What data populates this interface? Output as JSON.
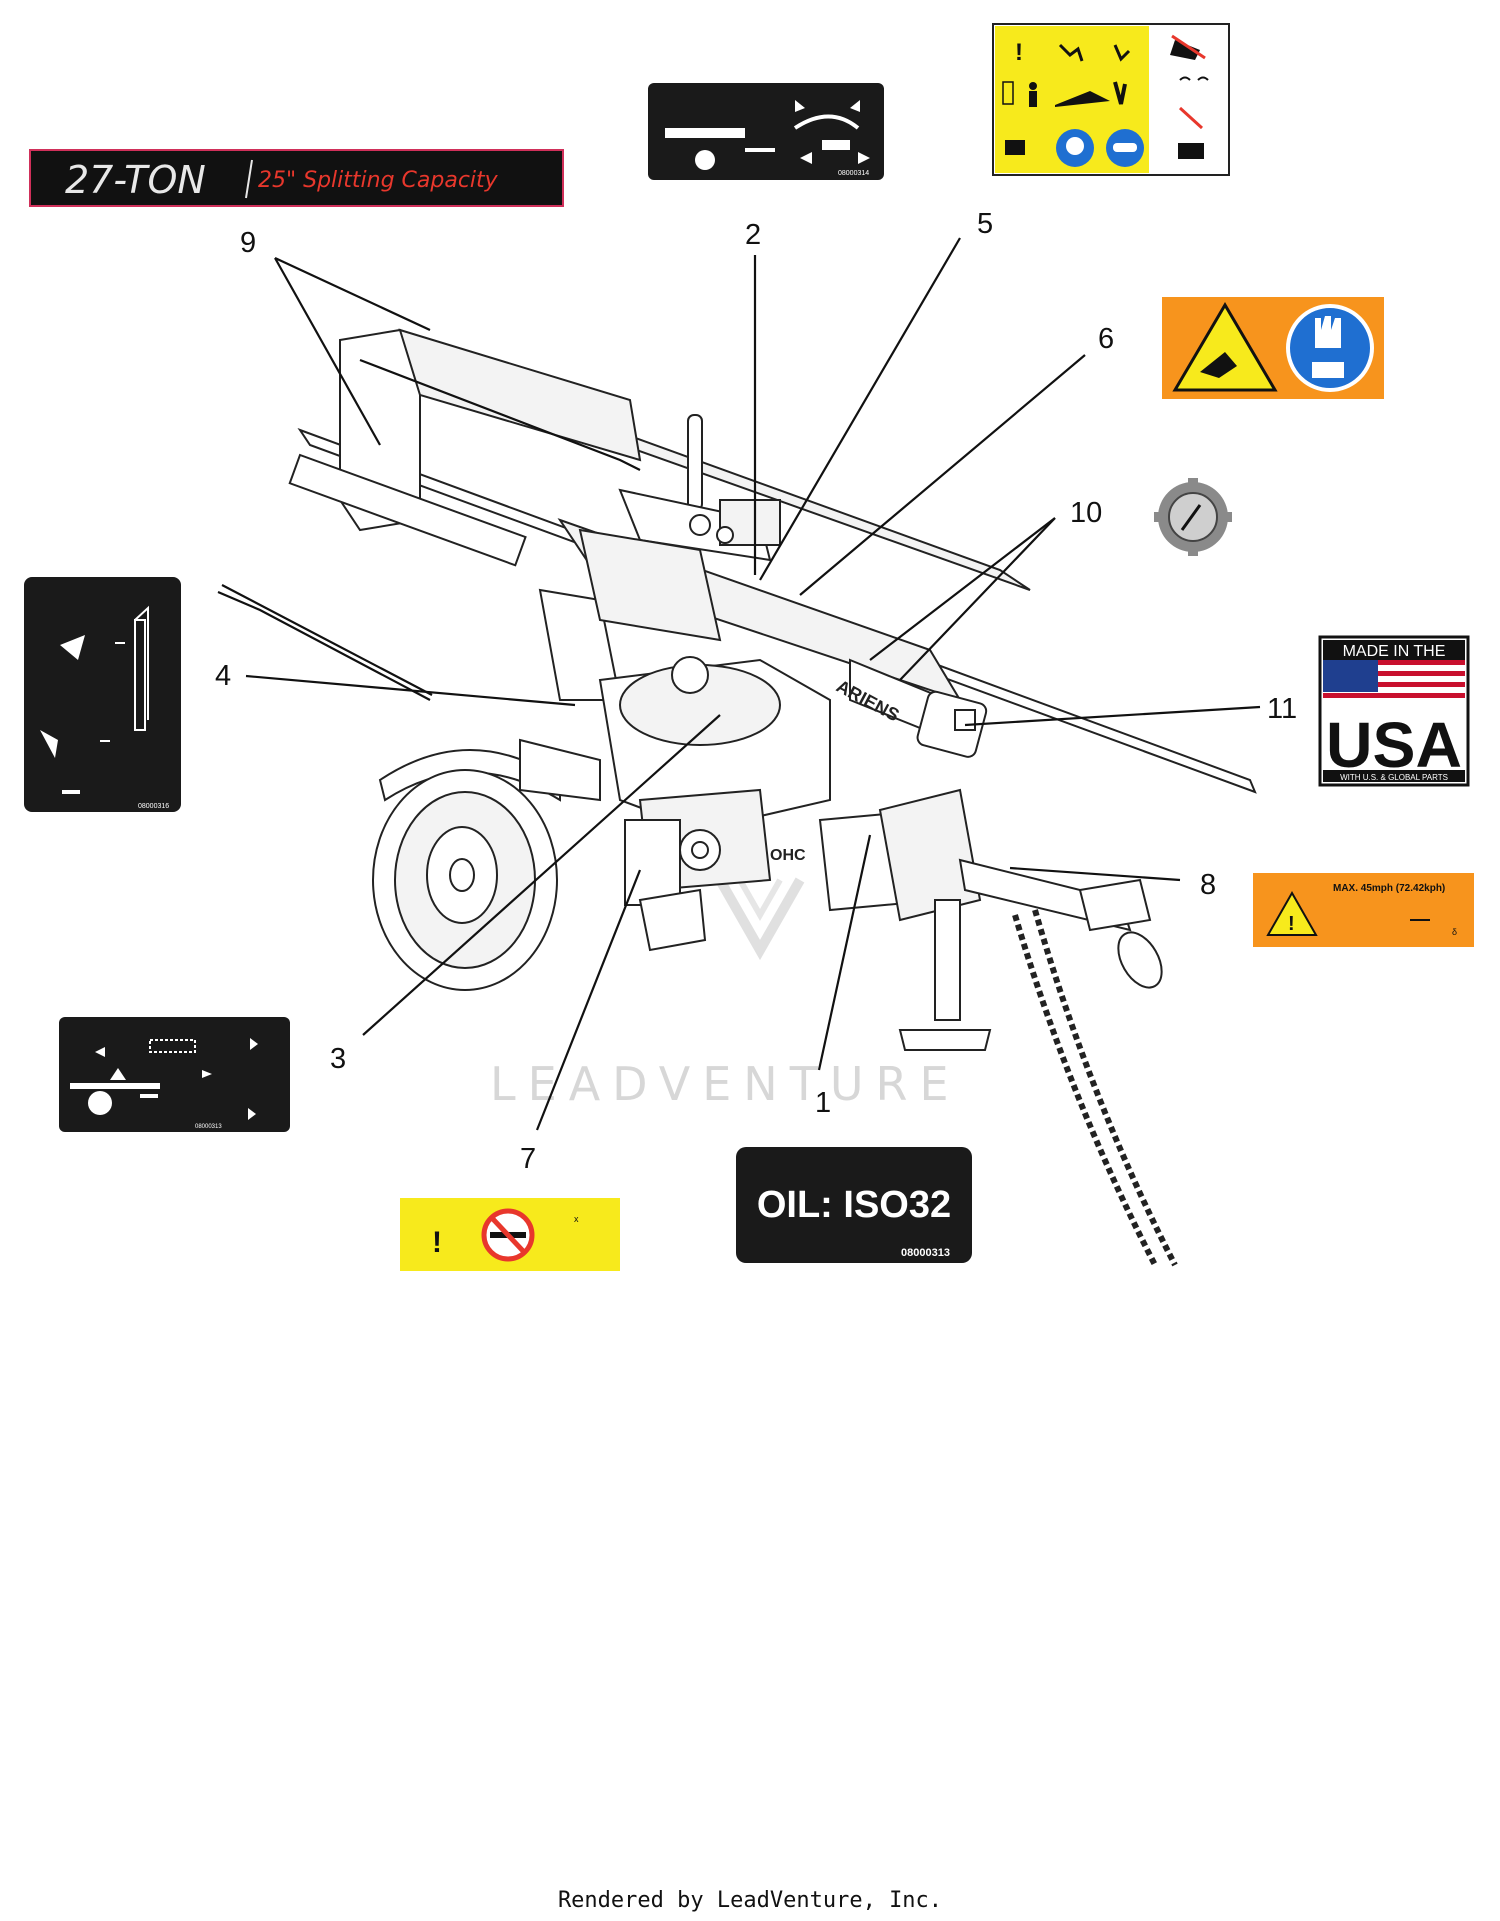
{
  "decal_27ton": {
    "big": "27-TON",
    "small": "25\" Splitting Capacity"
  },
  "oil_decal": {
    "label": "OIL: ISO32",
    "code": "08000313"
  },
  "usa_decal": {
    "top": "MADE IN THE",
    "main": "USA",
    "bottom": "WITH U.S. & GLOBAL PARTS"
  },
  "tow_decal": {
    "text": "MAX. 45mph (72.42kph)"
  },
  "operation_decal_top": {
    "code": "08000314"
  },
  "operation_decal_left": {
    "code": "08000316"
  },
  "operation_decal_bottom": {
    "code": "08000313"
  },
  "brand": "ARIENS",
  "engine_label": "OHC",
  "watermark": "LEADVENTURE",
  "footer": "Rendered by LeadVenture, Inc.",
  "callouts": [
    "1",
    "2",
    "3",
    "4",
    "5",
    "6",
    "7",
    "8",
    "9",
    "10",
    "11"
  ],
  "colors": {
    "safety_yellow": "#f7ea1c",
    "safety_orange": "#f7941d",
    "decal_black": "#1a1a1a",
    "accent_red": "#e8372c",
    "usa_red": "#c8102e",
    "usa_blue": "#1f3f8f"
  }
}
